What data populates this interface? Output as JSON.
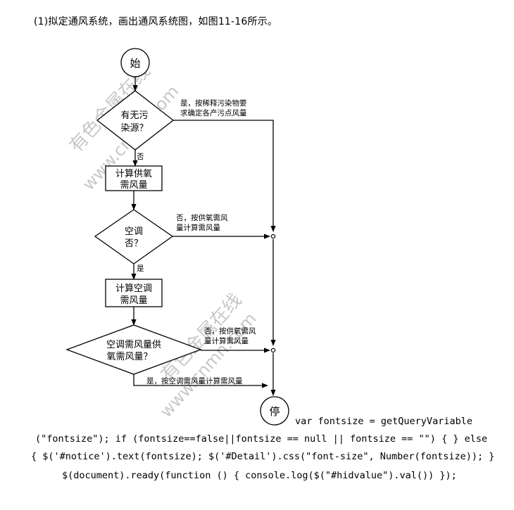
{
  "caption": "(1)拟定通风系统，画出通风系统图，如图11-16所示。",
  "nodes": {
    "start": "始",
    "decision_pollution": [
      "有无污",
      "染源？"
    ],
    "process_oxygen": [
      "计算供氧",
      "需风量"
    ],
    "decision_ac": [
      "空调",
      "否？"
    ],
    "process_ac": [
      "计算空调",
      "需风量"
    ],
    "decision_compare": [
      "空调需风量供",
      "氧需风量？"
    ],
    "stop": "停"
  },
  "edge_labels": {
    "pollution_yes": [
      "是，按稀释污染物要",
      "求确定各产污点风量"
    ],
    "pollution_no": "否",
    "ac_no": [
      "否，按供氧需风",
      "量计算需风量"
    ],
    "ac_yes": "是",
    "compare_no": [
      "否，按供氧需风",
      "量计算需风量"
    ],
    "compare_yes": "是，按空调需风量计算需风量"
  },
  "watermark": {
    "text_cn": "有色金属在线",
    "text_url": "www.cnmn.com",
    "color": "#c8c8c8"
  },
  "code_lines": [
    "var fontsize = getQueryVariable",
    "(\"fontsize\"); if (fontsize==false||fontsize == null || fontsize == \"\") { } else",
    "{ $('#notice').text(fontsize); $('#Detail').css(\"font-size\", Number(fontsize)); }",
    "$(document).ready(function () { console.log($(\"#hidvalue\").val()) });"
  ]
}
